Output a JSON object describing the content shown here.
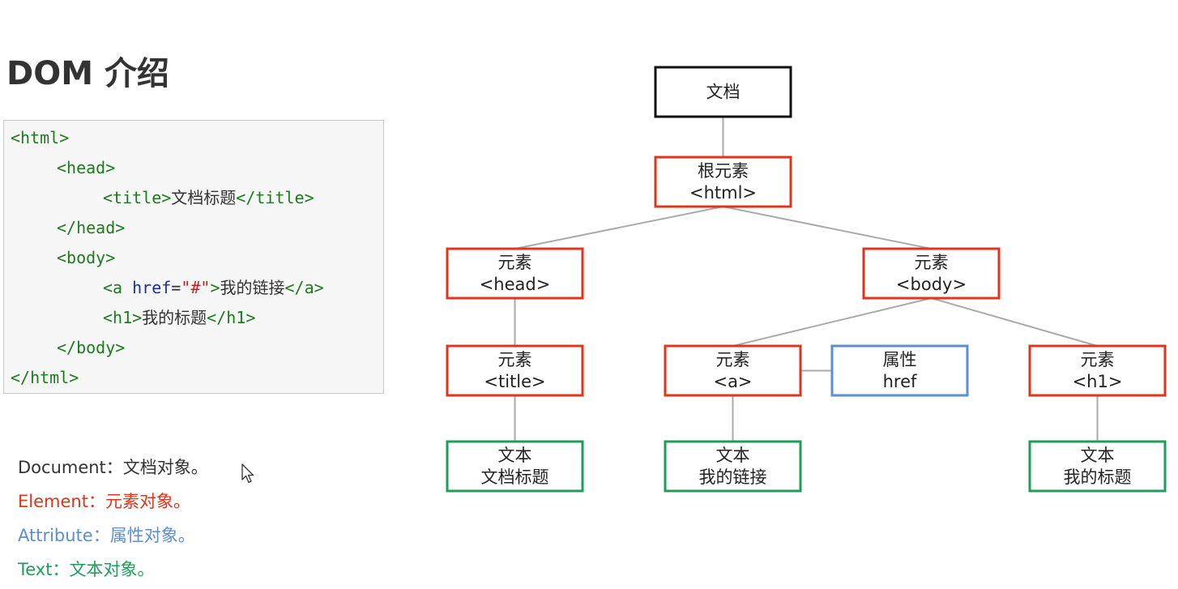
{
  "page": {
    "title": "DOM 介绍"
  },
  "code": {
    "lines": [
      {
        "indent": 0,
        "parts": [
          {
            "t": "tag",
            "v": "<html>"
          }
        ]
      },
      {
        "indent": 1,
        "parts": [
          {
            "t": "tag",
            "v": "<head>"
          }
        ]
      },
      {
        "indent": 2,
        "parts": [
          {
            "t": "tag",
            "v": "<title>"
          },
          {
            "t": "txt",
            "v": "文档标题"
          },
          {
            "t": "tag",
            "v": "</title>"
          }
        ]
      },
      {
        "indent": 1,
        "parts": [
          {
            "t": "tag",
            "v": "</head>"
          }
        ]
      },
      {
        "indent": 1,
        "parts": [
          {
            "t": "tag",
            "v": "<body>"
          }
        ]
      },
      {
        "indent": 2,
        "parts": [
          {
            "t": "tag",
            "v": "<a "
          },
          {
            "t": "attr",
            "v": "href"
          },
          {
            "t": "eq",
            "v": "="
          },
          {
            "t": "val",
            "v": "\"#\""
          },
          {
            "t": "tag",
            "v": ">"
          },
          {
            "t": "txt",
            "v": "我的链接"
          },
          {
            "t": "tag",
            "v": "</a>"
          }
        ]
      },
      {
        "indent": 2,
        "parts": [
          {
            "t": "tag",
            "v": "<h1>"
          },
          {
            "t": "txt",
            "v": "我的标题"
          },
          {
            "t": "tag",
            "v": "</h1>"
          }
        ]
      },
      {
        "indent": 1,
        "parts": [
          {
            "t": "tag",
            "v": "</body>"
          }
        ]
      },
      {
        "indent": 0,
        "parts": [
          {
            "t": "tag",
            "v": "</html>"
          }
        ]
      }
    ]
  },
  "legend": {
    "document": "Document：文档对象。",
    "element": "Element：元素对象。",
    "attribute": "Attribute：属性对象。",
    "text": "Text：文本对象。"
  },
  "colors": {
    "document": "#111111",
    "element": "#e0341c",
    "attribute": "#5b8fcf",
    "text": "#1f9d5b",
    "connector": "#aaaaaa"
  },
  "tree": {
    "nodes": {
      "document": {
        "kind": "document",
        "lines": [
          "文档"
        ]
      },
      "html": {
        "kind": "element",
        "lines": [
          "根元素",
          "<html>"
        ]
      },
      "head": {
        "kind": "element",
        "lines": [
          "元素",
          "<head>"
        ]
      },
      "body": {
        "kind": "element",
        "lines": [
          "元素",
          "<body>"
        ]
      },
      "title": {
        "kind": "element",
        "lines": [
          "元素",
          "<title>"
        ]
      },
      "a": {
        "kind": "element",
        "lines": [
          "元素",
          "<a>"
        ]
      },
      "href": {
        "kind": "attribute",
        "lines": [
          "属性",
          "href"
        ]
      },
      "h1": {
        "kind": "element",
        "lines": [
          "元素",
          "<h1>"
        ]
      },
      "title-text": {
        "kind": "text",
        "lines": [
          "文本",
          "文档标题"
        ]
      },
      "a-text": {
        "kind": "text",
        "lines": [
          "文本",
          "我的链接"
        ]
      },
      "h1-text": {
        "kind": "text",
        "lines": [
          "文本",
          "我的标题"
        ]
      }
    },
    "edges": [
      [
        "document",
        "html"
      ],
      [
        "html",
        "head"
      ],
      [
        "html",
        "body"
      ],
      [
        "head",
        "title"
      ],
      [
        "body",
        "a"
      ],
      [
        "body",
        "h1"
      ],
      [
        "a",
        "href"
      ],
      [
        "title",
        "title-text"
      ],
      [
        "a",
        "a-text"
      ],
      [
        "h1",
        "h1-text"
      ]
    ]
  }
}
